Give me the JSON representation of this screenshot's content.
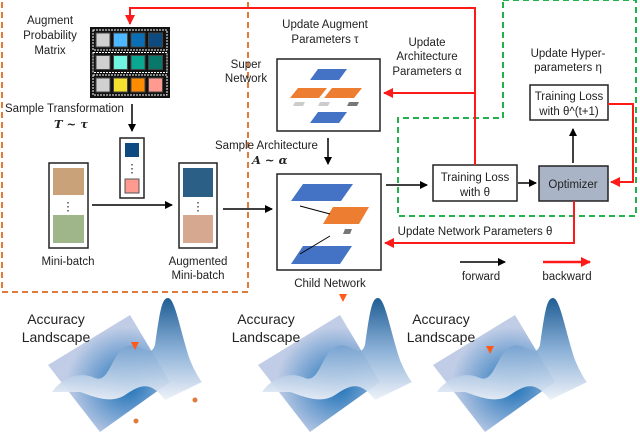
{
  "labels": {
    "augment_matrix": [
      "Augment",
      "Probability",
      "Matrix"
    ],
    "sample_transformation": "Sample Transformation",
    "sample_transformation_formula": "T ~ τ",
    "mini_batch": "Mini-batch",
    "augmented_mini_batch": [
      "Augmented",
      "Mini-batch"
    ],
    "super_network": [
      "Super",
      "Network"
    ],
    "update_augment_params": [
      "Update Augment",
      "Parameters τ"
    ],
    "update_architecture_params": [
      "Update",
      "Architecture",
      "Parameters α"
    ],
    "sample_architecture": "Sample Architecture",
    "sample_architecture_formula": "A ~ α",
    "child_network": "Child Network",
    "training_loss_theta": [
      "Training Loss",
      "with θ"
    ],
    "optimizer": "Optimizer",
    "update_hyper_params": [
      "Update Hyper-",
      "parameters η"
    ],
    "training_loss_theta_next": [
      "Training Loss",
      "with θ^(t+1)"
    ],
    "update_network_params": "Update Network Parameters θ",
    "legend_forward": "forward",
    "legend_backward": "backward",
    "landscapes": [
      "Accuracy Landscape",
      "Accuracy Landscape",
      "Accuracy Landscape"
    ]
  },
  "landscape_label_lines": [
    "Accuracy",
    "Landscape"
  ],
  "colors": {
    "backward": "#ff1a1a",
    "forward": "#000000",
    "augment_region": "#e07b39",
    "hyper_region": "#22b14c",
    "optimizer_fill": "#a9b4c7",
    "blue_layer": "#4472c4",
    "orange_layer": "#ed7d31"
  },
  "matrix_colors": [
    [
      "#d0d0d0",
      "#4db8ff",
      "#0b6fb5",
      "#0d4a80"
    ],
    [
      "#d0d0d0",
      "#6ff5e0",
      "#0aa890",
      "#08786a"
    ],
    [
      "#d0d0d0",
      "#f5e030",
      "#ff8c00",
      "#ff9a90"
    ]
  ]
}
